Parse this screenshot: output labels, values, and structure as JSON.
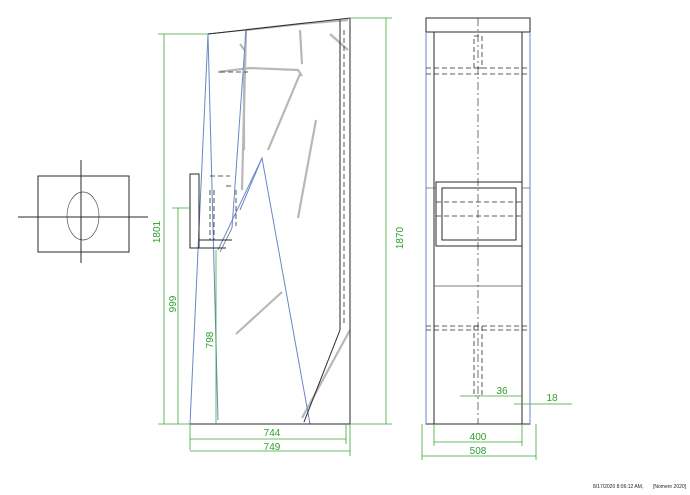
{
  "dimensions": {
    "overall_height": "1870",
    "height_1801": "1801",
    "height_999": "999",
    "height_798": "798",
    "depth_744": "744",
    "depth_749": "749",
    "width_400": "400",
    "width_508": "508",
    "thickness_36": "36",
    "thickness_18": "18"
  },
  "footer": {
    "timestamp": "8/17/2020 8:06:12 AM,",
    "tag": "[Nomenr 2020]"
  }
}
